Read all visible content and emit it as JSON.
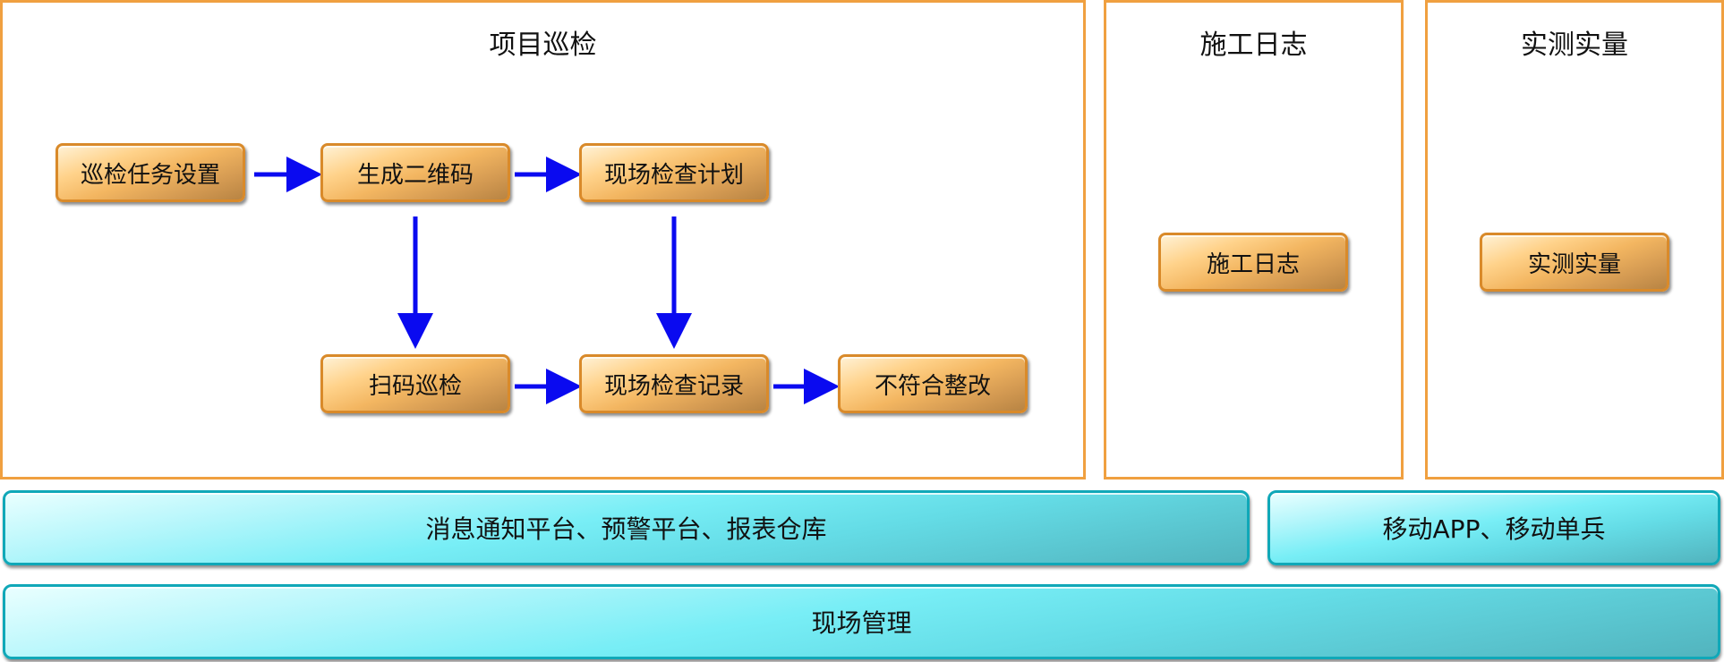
{
  "panels": {
    "inspection": {
      "title": "项目巡检",
      "nodes": {
        "task_setup": "巡检任务设置",
        "generate_qr": "生成二维码",
        "site_plan": "现场检查计划",
        "scan_inspect": "扫码巡检",
        "site_record": "现场检查记录",
        "rectify": "不符合整改"
      }
    },
    "construction_log": {
      "title": "施工日志",
      "node": "施工日志"
    },
    "measurement": {
      "title": "实测实量",
      "node": "实测实量"
    }
  },
  "bars": {
    "platform": "消息通知平台、预警平台、报表仓库",
    "mobile": "移动APP、移动单兵",
    "site_management": "现场管理"
  },
  "colors": {
    "panel_border": "#f0a040",
    "node_border": "#d98a2a",
    "bar_border": "#10a8b8",
    "arrow": "#0a0af0"
  }
}
